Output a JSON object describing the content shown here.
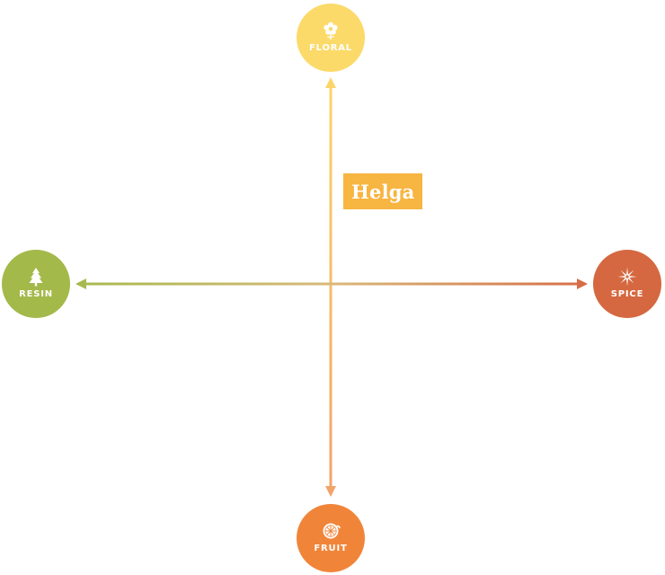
{
  "title": "Helga",
  "colors": {
    "floral": "#FBDA6A",
    "resin": "#A3B94A",
    "spice": "#D56840",
    "fruit": "#F0853A",
    "tag": "#F7B541"
  },
  "axes": {
    "vertical": {
      "top": "FLORAL",
      "bottom": "FRUIT"
    },
    "horizontal": {
      "left": "RESIN",
      "right": "SPICE"
    }
  },
  "nodes": {
    "floral": {
      "label": "FLORAL",
      "icon": "flower-icon"
    },
    "resin": {
      "label": "RESIN",
      "icon": "tree-icon"
    },
    "spice": {
      "label": "SPICE",
      "icon": "star-anise-icon"
    },
    "fruit": {
      "label": "FRUIT",
      "icon": "citrus-slice-icon"
    }
  }
}
